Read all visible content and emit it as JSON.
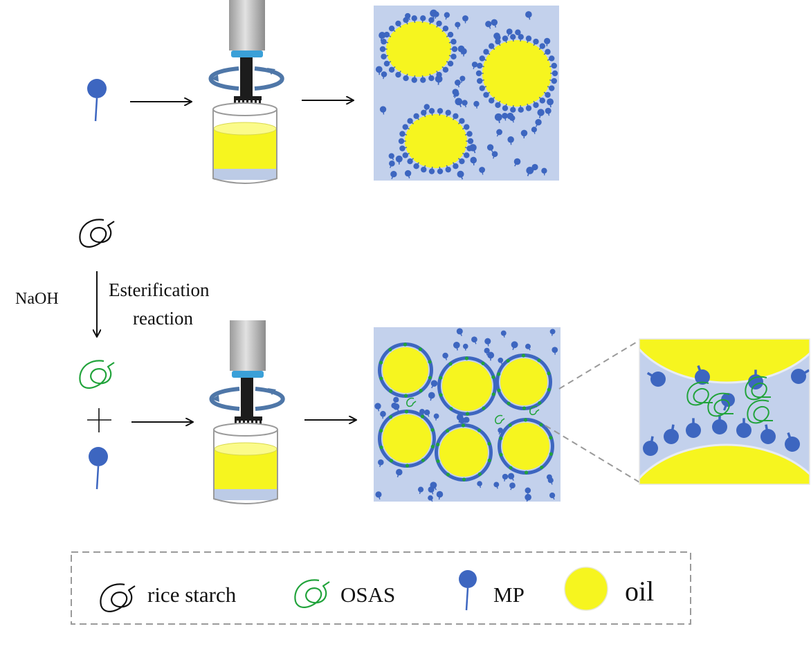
{
  "step_labels": {
    "reagent": "NaOH",
    "process_line1": "Esterification",
    "process_line2": "reaction"
  },
  "legend": {
    "items": [
      {
        "label": "rice starch",
        "icon": "rice-starch-icon"
      },
      {
        "label": "OSAS",
        "icon": "osas-icon"
      },
      {
        "label": "MP",
        "icon": "mp-icon"
      },
      {
        "label": "oil",
        "icon": "oil-droplet-icon"
      }
    ]
  },
  "colors": {
    "oil": "#f6f51f",
    "oil_edge": "#e3e05a",
    "panel_bg": "#c3d1ec",
    "mp": "#3d66c0",
    "osas": "#21a33b",
    "starch": "#111111",
    "arrow": "#111111",
    "motor": "#b9b9b9",
    "motor_ring": "#3aa0d8",
    "rotation": "#4f77a8",
    "dash": "#9a9a9a"
  }
}
